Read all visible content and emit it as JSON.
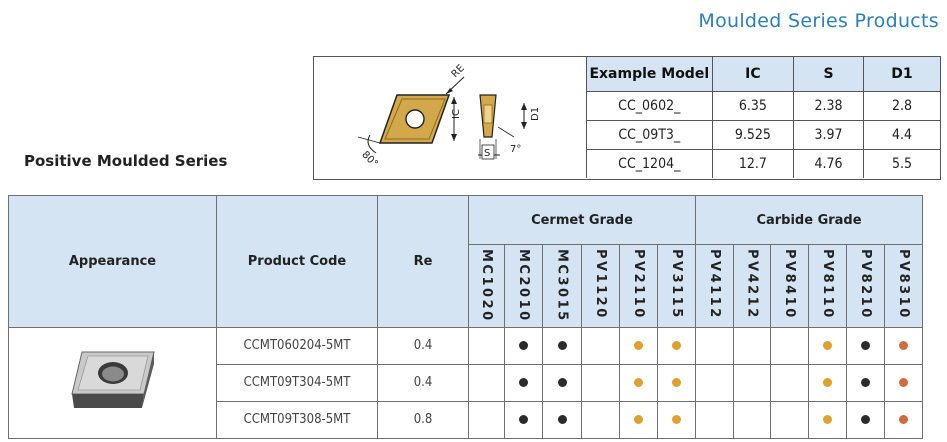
{
  "header": {
    "page_title": "Moulded Series Products",
    "series_title": "Positive Moulded Series"
  },
  "diagram": {
    "re": "RE",
    "ic": "IC",
    "d1": "D1",
    "s": "S",
    "angle_80": "80°",
    "angle_7": "7°"
  },
  "spec_table": {
    "headers": [
      "Example Model",
      "IC",
      "S",
      "D1"
    ],
    "rows": [
      [
        "CC_0602_",
        "6.35",
        "2.38",
        "2.8"
      ],
      [
        "CC_09T3_",
        "9.525",
        "3.97",
        "4.4"
      ],
      [
        "CC_1204_",
        "12.7",
        "4.76",
        "5.5"
      ]
    ]
  },
  "main_table": {
    "col_appearance": "Appearance",
    "col_product_code": "Product Code",
    "col_re": "Re",
    "group_cermet": "Cermet Grade",
    "group_carbide": "Carbide Grade",
    "cermet_grades": [
      "MC1020",
      "MC2010",
      "MC3015",
      "PV1120",
      "PV2110",
      "PV3115"
    ],
    "carbide_grades": [
      "PV4112",
      "PV4212",
      "PV8410",
      "PV8110",
      "PV8210",
      "PV8310"
    ],
    "dot_colors": {
      "black": "#2b2b2b",
      "gold": "#e0a02e",
      "copper": "#d26a3c"
    },
    "rows": [
      {
        "code": "CCMT060204-5MT",
        "re": "0.4",
        "marks": [
          "",
          "black",
          "black",
          "",
          "gold",
          "gold",
          "",
          "",
          "",
          "gold",
          "black",
          "copper"
        ]
      },
      {
        "code": "CCMT09T304-5MT",
        "re": "0.4",
        "marks": [
          "",
          "black",
          "black",
          "",
          "gold",
          "gold",
          "",
          "",
          "",
          "gold",
          "black",
          "copper"
        ]
      },
      {
        "code": "CCMT09T308-5MT",
        "re": "0.8",
        "marks": [
          "",
          "black",
          "black",
          "",
          "gold",
          "gold",
          "",
          "",
          "",
          "gold",
          "black",
          "copper"
        ]
      }
    ]
  }
}
